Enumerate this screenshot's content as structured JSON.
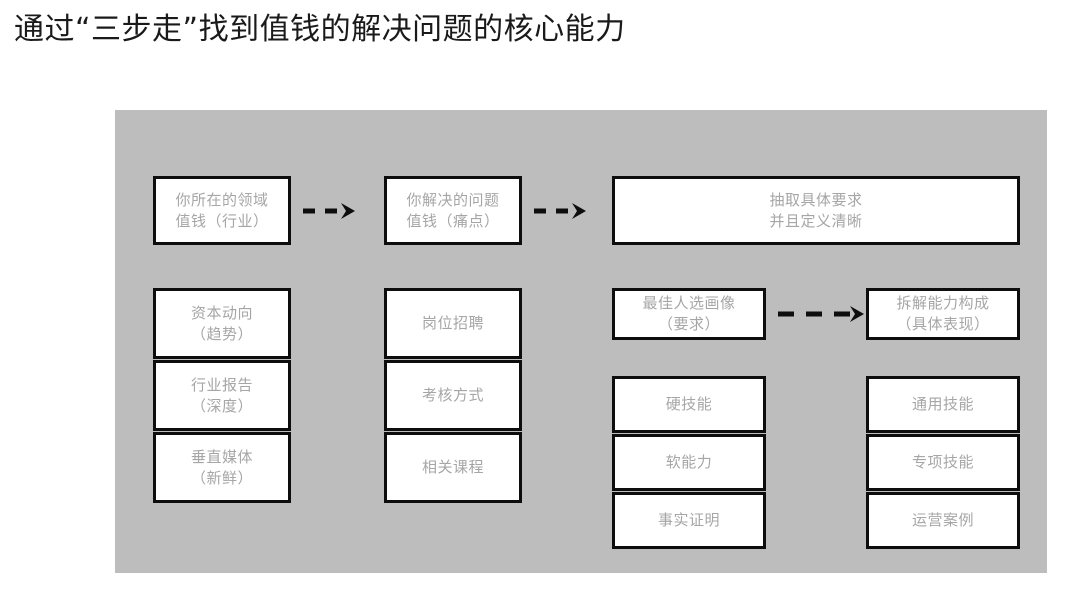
{
  "slide": {
    "title": "通过“三步走”找到值钱的解决问题的核心能力",
    "panel_bg": "#bdbdbd",
    "box_border_color": "#0d0d0d",
    "box_text_color": "#a6a6a6",
    "title_color": "#1a1a1a"
  },
  "flow": {
    "step1": "你所在的领域\n值钱（行业）",
    "step2": "你解决的问题\n值钱（痛点）",
    "step3": "抽取具体要求\n并且定义清晰",
    "step4": "最佳人选画像\n（要求）",
    "step5": "拆解能力构成\n（具体表现）"
  },
  "arrows": {
    "arrow1": "dashed-arrow-right",
    "arrow2": "dashed-arrow-right",
    "arrow3": "dashed-arrow-right"
  },
  "columns": [
    {
      "name": "industry-sources",
      "items": [
        "资本动向\n（趋势）",
        "行业报告\n（深度）",
        "垂直媒体\n（新鲜）"
      ]
    },
    {
      "name": "problem-sources",
      "items": [
        "岗位招聘",
        "考核方式",
        "相关课程"
      ]
    },
    {
      "name": "requirement-breakdown",
      "items": [
        "硬技能",
        "软能力",
        "事实证明"
      ]
    },
    {
      "name": "capability-breakdown",
      "items": [
        "通用技能",
        "专项技能",
        "运营案例"
      ]
    }
  ]
}
